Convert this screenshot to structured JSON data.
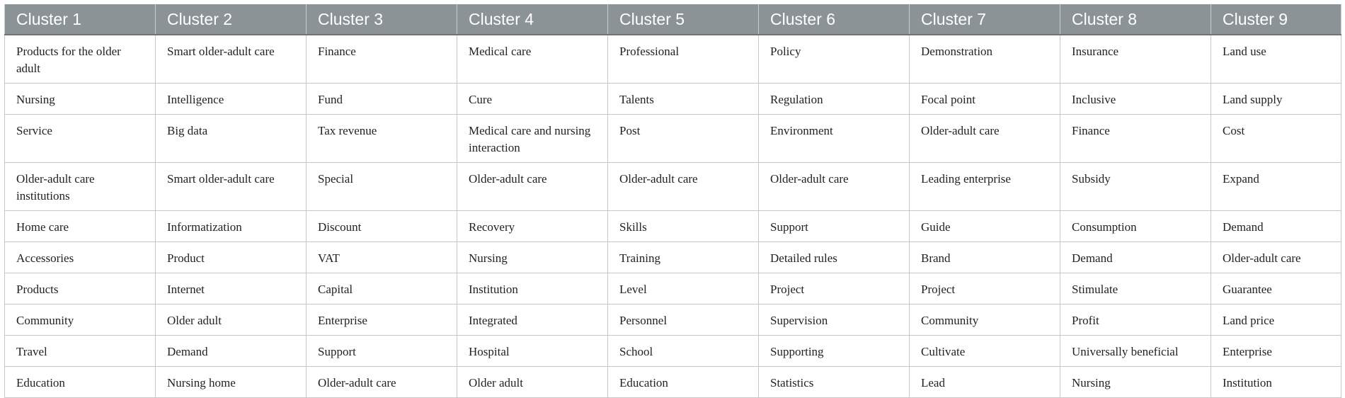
{
  "columns": [
    "Cluster 1",
    "Cluster 2",
    "Cluster 3",
    "Cluster 4",
    "Cluster 5",
    "Cluster 6",
    "Cluster 7",
    "Cluster 8",
    "Cluster 9"
  ],
  "rows": [
    [
      "Products for the older adult",
      "Smart older-adult care",
      "Finance",
      "Medical care",
      "Professional",
      "Policy",
      "Demonstration",
      "Insurance",
      "Land use"
    ],
    [
      "Nursing",
      "Intelligence",
      "Fund",
      "Cure",
      "Talents",
      "Regulation",
      "Focal point",
      "Inclusive",
      "Land supply"
    ],
    [
      "Service",
      "Big data",
      "Tax revenue",
      "Medical care and nursing interaction",
      "Post",
      "Environment",
      "Older-adult care",
      "Finance",
      "Cost"
    ],
    [
      "Older-adult care institutions",
      "Smart older-adult care",
      "Special",
      "Older-adult care",
      "Older-adult care",
      "Older-adult care",
      "Leading enterprise",
      "Subsidy",
      "Expand"
    ],
    [
      "Home care",
      "Informatization",
      "Discount",
      "Recovery",
      "Skills",
      "Support",
      "Guide",
      "Consumption",
      "Demand"
    ],
    [
      "Accessories",
      "Product",
      "VAT",
      "Nursing",
      "Training",
      "Detailed rules",
      "Brand",
      "Demand",
      "Older-adult care"
    ],
    [
      "Products",
      "Internet",
      "Capital",
      "Institution",
      "Level",
      "Project",
      "Project",
      "Stimulate",
      "Guarantee"
    ],
    [
      "Community",
      "Older adult",
      "Enterprise",
      "Integrated",
      "Personnel",
      "Supervision",
      "Community",
      "Profit",
      "Land price"
    ],
    [
      "Travel",
      "Demand",
      "Support",
      "Hospital",
      "School",
      "Supporting",
      "Cultivate",
      "Universally beneficial",
      "Enterprise"
    ],
    [
      "Education",
      "Nursing home",
      "Older-adult care",
      "Older adult",
      "Education",
      "Statistics",
      "Lead",
      "Nursing",
      "Institution"
    ]
  ]
}
